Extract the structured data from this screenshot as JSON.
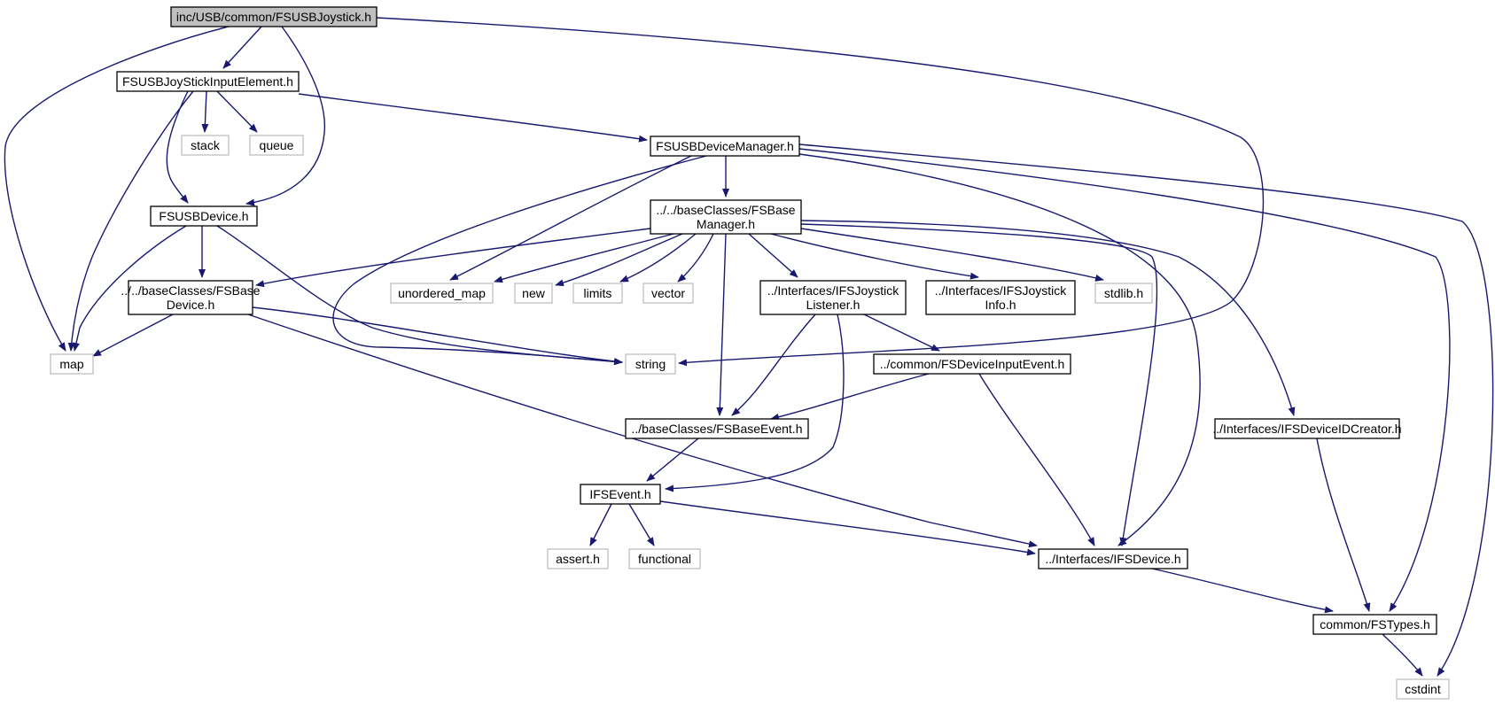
{
  "colors": {
    "edge": "#191970",
    "node_border": "#000000",
    "external_border": "#bfbfbf",
    "root_fill": "#bfbfbf",
    "node_fill": "#ffffff"
  },
  "nodes": [
    {
      "id": "root",
      "kind": "root",
      "lines": [
        "inc/USB/common/FSUSBJoystick.h"
      ]
    },
    {
      "id": "joyinput",
      "kind": "file",
      "lines": [
        "FSUSBJoyStickInputElement.h"
      ]
    },
    {
      "id": "stack",
      "kind": "external",
      "lines": [
        "stack"
      ]
    },
    {
      "id": "queue",
      "kind": "external",
      "lines": [
        "queue"
      ]
    },
    {
      "id": "devmgr",
      "kind": "file",
      "lines": [
        "FSUSBDeviceManager.h"
      ]
    },
    {
      "id": "usbdev",
      "kind": "file",
      "lines": [
        "FSUSBDevice.h"
      ]
    },
    {
      "id": "basemgr",
      "kind": "file",
      "lines": [
        "../../baseClasses/FSBase",
        "Manager.h"
      ]
    },
    {
      "id": "basedev",
      "kind": "file",
      "lines": [
        "../../baseClasses/FSBase",
        "Device.h"
      ]
    },
    {
      "id": "umap",
      "kind": "external",
      "lines": [
        "unordered_map"
      ]
    },
    {
      "id": "new",
      "kind": "external",
      "lines": [
        "new"
      ]
    },
    {
      "id": "limits",
      "kind": "external",
      "lines": [
        "limits"
      ]
    },
    {
      "id": "vector",
      "kind": "external",
      "lines": [
        "vector"
      ]
    },
    {
      "id": "joylistener",
      "kind": "file",
      "lines": [
        "../Interfaces/IFSJoystick",
        "Listener.h"
      ]
    },
    {
      "id": "joyinfo",
      "kind": "file",
      "lines": [
        "../Interfaces/IFSJoystick",
        "Info.h"
      ]
    },
    {
      "id": "stdlib",
      "kind": "external",
      "lines": [
        "stdlib.h"
      ]
    },
    {
      "id": "map",
      "kind": "external",
      "lines": [
        "map"
      ]
    },
    {
      "id": "string",
      "kind": "external",
      "lines": [
        "string"
      ]
    },
    {
      "id": "devinputevent",
      "kind": "file",
      "lines": [
        "../common/FSDeviceInputEvent.h"
      ]
    },
    {
      "id": "baseevent",
      "kind": "file",
      "lines": [
        "../baseClasses/FSBaseEvent.h"
      ]
    },
    {
      "id": "idcreator",
      "kind": "file",
      "lines": [
        "../Interfaces/IFSDeviceIDCreator.h"
      ]
    },
    {
      "id": "ifsevent",
      "kind": "file",
      "lines": [
        "IFSEvent.h"
      ]
    },
    {
      "id": "assert",
      "kind": "external",
      "lines": [
        "assert.h"
      ]
    },
    {
      "id": "functional",
      "kind": "external",
      "lines": [
        "functional"
      ]
    },
    {
      "id": "ifsdevice",
      "kind": "file",
      "lines": [
        "../Interfaces/IFSDevice.h"
      ]
    },
    {
      "id": "fstypes",
      "kind": "file",
      "lines": [
        "common/FSTypes.h"
      ]
    },
    {
      "id": "cstdint",
      "kind": "external",
      "lines": [
        "cstdint"
      ]
    }
  ],
  "edges": [
    {
      "from": "root",
      "to": "joyinput"
    },
    {
      "from": "root",
      "to": "map"
    },
    {
      "from": "root",
      "to": "usbdev"
    },
    {
      "from": "root",
      "to": "string"
    },
    {
      "from": "joyinput",
      "to": "map"
    },
    {
      "from": "joyinput",
      "to": "stack"
    },
    {
      "from": "joyinput",
      "to": "queue"
    },
    {
      "from": "joyinput",
      "to": "usbdev"
    },
    {
      "from": "joyinput",
      "to": "devmgr"
    },
    {
      "from": "devmgr",
      "to": "string"
    },
    {
      "from": "devmgr",
      "to": "umap"
    },
    {
      "from": "devmgr",
      "to": "basemgr"
    },
    {
      "from": "devmgr",
      "to": "ifsdevice"
    },
    {
      "from": "devmgr",
      "to": "fstypes"
    },
    {
      "from": "devmgr",
      "to": "cstdint"
    },
    {
      "from": "usbdev",
      "to": "map"
    },
    {
      "from": "usbdev",
      "to": "basedev"
    },
    {
      "from": "usbdev",
      "to": "string"
    },
    {
      "from": "basemgr",
      "to": "basedev"
    },
    {
      "from": "basemgr",
      "to": "umap"
    },
    {
      "from": "basemgr",
      "to": "new"
    },
    {
      "from": "basemgr",
      "to": "limits"
    },
    {
      "from": "basemgr",
      "to": "vector"
    },
    {
      "from": "basemgr",
      "to": "baseevent"
    },
    {
      "from": "basemgr",
      "to": "joylistener"
    },
    {
      "from": "basemgr",
      "to": "joyinfo"
    },
    {
      "from": "basemgr",
      "to": "stdlib"
    },
    {
      "from": "basemgr",
      "to": "ifsdevice"
    },
    {
      "from": "basemgr",
      "to": "idcreator"
    },
    {
      "from": "basedev",
      "to": "map"
    },
    {
      "from": "basedev",
      "to": "string"
    },
    {
      "from": "basedev",
      "to": "ifsdevice"
    },
    {
      "from": "joylistener",
      "to": "baseevent"
    },
    {
      "from": "joylistener",
      "to": "ifsevent"
    },
    {
      "from": "joylistener",
      "to": "devinputevent"
    },
    {
      "from": "devinputevent",
      "to": "baseevent"
    },
    {
      "from": "devinputevent",
      "to": "ifsdevice"
    },
    {
      "from": "baseevent",
      "to": "ifsevent"
    },
    {
      "from": "ifsevent",
      "to": "assert"
    },
    {
      "from": "ifsevent",
      "to": "functional"
    },
    {
      "from": "ifsevent",
      "to": "ifsdevice"
    },
    {
      "from": "ifsdevice",
      "to": "fstypes"
    },
    {
      "from": "idcreator",
      "to": "fstypes"
    },
    {
      "from": "fstypes",
      "to": "cstdint"
    }
  ]
}
